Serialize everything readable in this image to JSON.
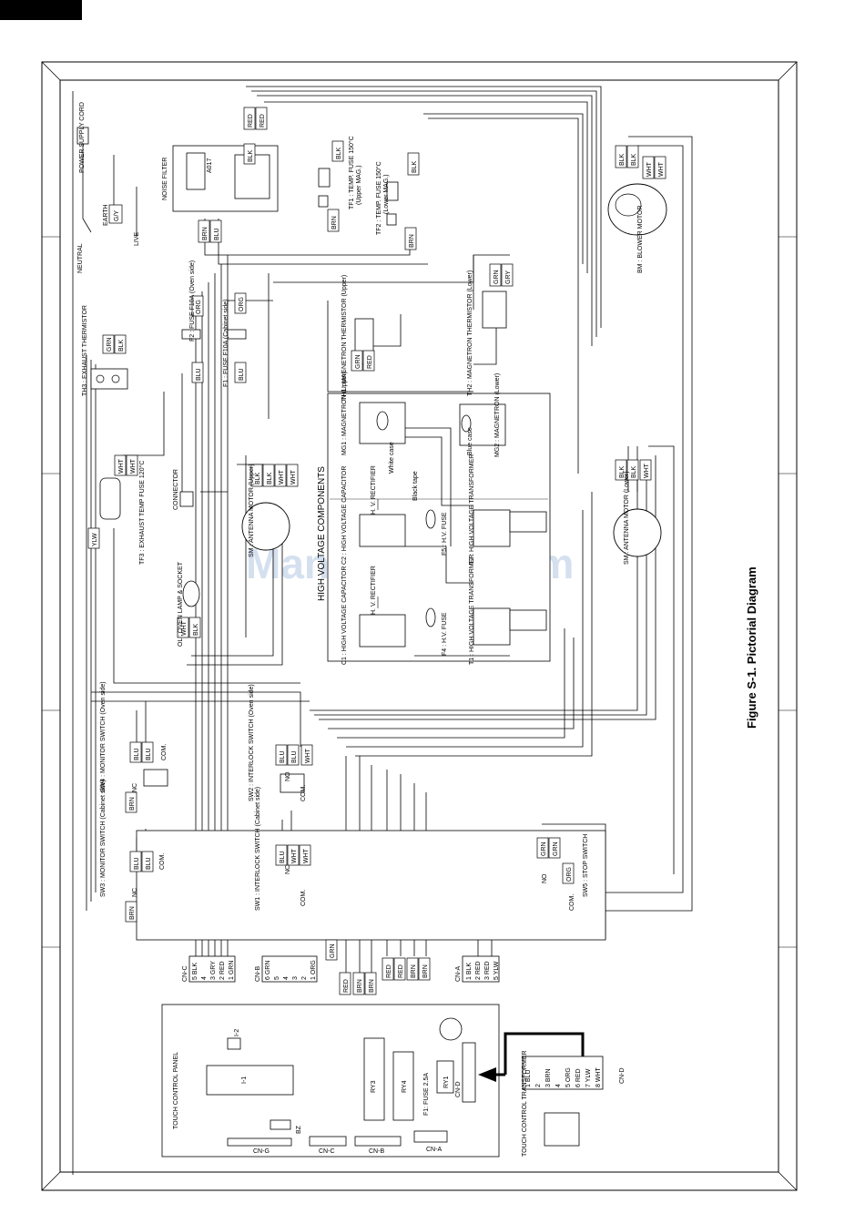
{
  "figure": {
    "caption": "Figure S-1. Pictorial Diagram",
    "watermark": "ManualsLib.com"
  },
  "sections": {
    "high_voltage_title": "HIGH VOLTAGE COMPONENTS",
    "touch_control_panel": "TOUCH CONTROL PANEL",
    "touch_control_transformer": "TOUCH CONTROL TRANSFORMER"
  },
  "components": {
    "power_supply_cord": "POWER SUPPLY CORD",
    "earth": "EARTH",
    "neutral": "NEUTRAL",
    "live": "LIVE",
    "noise_filter": "NOISE FILTER",
    "a017": "A017",
    "tf1": "TF1 : TEMP. FUSE 150°C",
    "tf1_sub": "(Upper MAG.)",
    "tf2": "TF2 : TEMP. FUSE 150°C",
    "tf2_sub": "(Lower MAG.)",
    "bm": "BM : BLOWER MOTOR",
    "th3": "TH3 : EXHAUST THERMISTOR",
    "f2": "F2 : FUSE F10A (Oven side)",
    "f1": "F1 : FUSE F10A (Cabinet side)",
    "th1": "TH1 : MAGNETRON THERMISTOR (Upper)",
    "th2": "TH2 : MAGNETRON THERMISTOR (Lower)",
    "tf3": "TF3 : EXHAUST TEMP FUSE 120°C",
    "connector": "CONNECTOR",
    "sm_upper": "SM : ANTENNA MOTOR (Upper)",
    "sm_lower": "SM : ANTENNA MOTOR (Lower)",
    "ol": "OL : OVEN LAMP & SOCKET",
    "mg1": "MG1 : MAGNETRON (Upper)",
    "mg2": "MG2 : MAGNETRON (Lower)",
    "white_case": "White case",
    "black_tape": "Black tape",
    "blue_case": "Blue case",
    "hv_rectifier": "H. V. RECTIFIER",
    "c2": "C2 : HIGH VOLTAGE CAPACITOR",
    "c1": "C1 : HIGH VOLTAGE CAPACITOR",
    "f5": "F5 : H.V. FUSE",
    "f4": "F4 : H.V. FUSE",
    "t2": "T2 : HIGH VOLTAGE TRANSFORMER",
    "t1": "T1 : HIGH VOLTAGE TRANSFORMER",
    "sw4": "SW4 : MONITOR SWITCH (Oven side)",
    "sw2": "SW2 : INTERLOCK SWITCH (Oven side)",
    "sw3": "SW3 : MONITOR SWITCH (Cabinet side)",
    "sw1": "SW1 : INTERLOCK SWITCH (Cabinet side)",
    "sw5": "SW5 : STOP SWITCH",
    "com": "COM.",
    "nc": "NC",
    "no": "NO",
    "f1_panel": "F1: FUSE 2.5A",
    "ry1": "RY1",
    "ry3": "RY3",
    "ry4": "RY4",
    "bz": "BZ",
    "i1": "I-1",
    "i2": "I-2"
  },
  "connectors": {
    "cn_a": {
      "label": "CN-A",
      "pins": [
        "1 BLK",
        "2 RED",
        "3 RED",
        "5 YLW"
      ]
    },
    "cn_b": {
      "label": "CN-B",
      "pins": [
        "6 GRN",
        "5",
        "4",
        "3",
        "2",
        "1 ORG"
      ]
    },
    "cn_c": {
      "label": "CN-C",
      "pins": [
        "5 BLK",
        "4",
        "3 GRY",
        "2 RED",
        "1 GRN"
      ]
    },
    "cn_d": {
      "label": "CN-D",
      "pins": [
        "1 BLU",
        "2",
        "3 BRN",
        "4",
        "5 ORG",
        "6 RED",
        "7 YLW",
        "8 WHT"
      ]
    },
    "cn_g": {
      "label": "CN-G"
    }
  },
  "wire_colors": [
    "RED",
    "BLK",
    "WHT",
    "BRN",
    "BLU",
    "GRN",
    "GRY",
    "ORG",
    "YLW",
    "G/Y"
  ]
}
